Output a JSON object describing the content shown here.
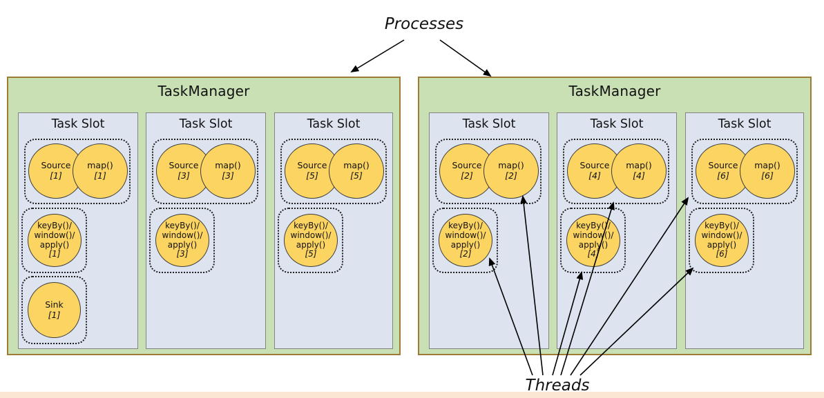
{
  "colors": {
    "tm-fill": "#c8e0b4",
    "tm-border": "#9d7b33",
    "slot-fill": "#dde4f0",
    "slot-border": "#828282",
    "circle-fill": "#fcd462",
    "circle-border": "#3c3c3c",
    "strip": "#fbe6d2",
    "arrow": "#000000"
  },
  "annotations": {
    "processes": "Processes",
    "threads": "Threads"
  },
  "task_managers": [
    {
      "title": "TaskManager",
      "slots": [
        {
          "title": "Task Slot",
          "source": {
            "label": "Source",
            "index": "[1]"
          },
          "map": {
            "label": "map()",
            "index": "[1]"
          },
          "keyby": {
            "label": "keyBy()/\nwindow()/\napply()",
            "index": "[1]"
          },
          "sink": {
            "label": "Sink",
            "index": "[1]"
          }
        },
        {
          "title": "Task Slot",
          "source": {
            "label": "Source",
            "index": "[3]"
          },
          "map": {
            "label": "map()",
            "index": "[3]"
          },
          "keyby": {
            "label": "keyBy()/\nwindow()/\napply()",
            "index": "[3]"
          }
        },
        {
          "title": "Task Slot",
          "source": {
            "label": "Source",
            "index": "[5]"
          },
          "map": {
            "label": "map()",
            "index": "[5]"
          },
          "keyby": {
            "label": "keyBy()/\nwindow()/\napply()",
            "index": "[5]"
          }
        }
      ]
    },
    {
      "title": "TaskManager",
      "slots": [
        {
          "title": "Task Slot",
          "source": {
            "label": "Source",
            "index": "[2]"
          },
          "map": {
            "label": "map()",
            "index": "[2]"
          },
          "keyby": {
            "label": "keyBy()/\nwindow()/\napply()",
            "index": "[2]"
          }
        },
        {
          "title": "Task Slot",
          "source": {
            "label": "Source",
            "index": "[4]"
          },
          "map": {
            "label": "map()",
            "index": "[4]"
          },
          "keyby": {
            "label": "keyBy()/\nwindow()/\napply()",
            "index": "[4]"
          }
        },
        {
          "title": "Task Slot",
          "source": {
            "label": "Source",
            "index": "[6]"
          },
          "map": {
            "label": "map()",
            "index": "[6]"
          },
          "keyby": {
            "label": "keyBy()/\nwindow()/\napply()",
            "index": "[6]"
          }
        }
      ]
    }
  ]
}
